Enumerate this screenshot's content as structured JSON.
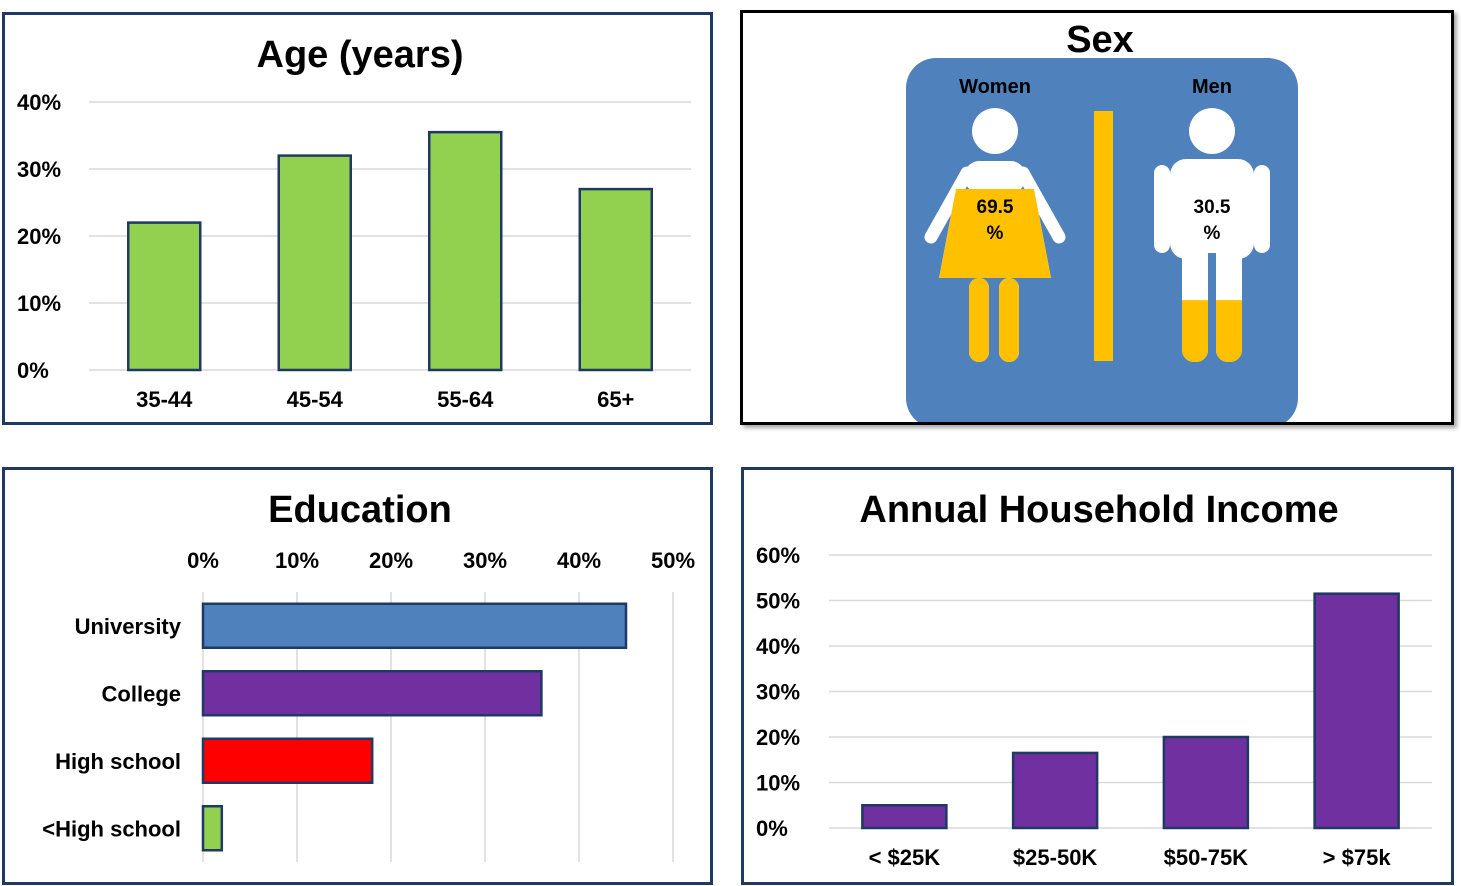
{
  "chart_data": [
    {
      "type": "bar",
      "title": "Age (years)",
      "categories": [
        "35-44",
        "45-54",
        "55-64",
        "65+"
      ],
      "values": [
        22,
        32,
        35.5,
        27
      ],
      "ylim": [
        0,
        40
      ],
      "yticks": [
        "0%",
        "10%",
        "20%",
        "30%",
        "40%"
      ],
      "grid": true,
      "color": "#92d050"
    },
    {
      "type": "pictogram",
      "title": "Sex",
      "categories": [
        "Women",
        "Men"
      ],
      "values": [
        69.5,
        30.5
      ],
      "value_labels": [
        "69.5\n%",
        "30.5\n%"
      ],
      "fill_color": "#ffc000",
      "background_color": "#4f81bd"
    },
    {
      "type": "bar",
      "orientation": "horizontal",
      "title": "Education",
      "categories": [
        "University",
        "College",
        "High school",
        "<High school"
      ],
      "values": [
        45,
        36,
        18,
        2
      ],
      "xlim": [
        0,
        50
      ],
      "xticks": [
        "0%",
        "10%",
        "20%",
        "30%",
        "40%",
        "50%"
      ],
      "grid": true,
      "colors": [
        "#4f81bd",
        "#7030a0",
        "#ff0000",
        "#92d050"
      ]
    },
    {
      "type": "bar",
      "title": "Annual Household Income",
      "categories": [
        "< $25K",
        "$25-50K",
        "$50-75K",
        "> $75k"
      ],
      "values": [
        5,
        16.5,
        20,
        51.5
      ],
      "ylim": [
        0,
        60
      ],
      "yticks": [
        "0%",
        "10%",
        "20%",
        "30%",
        "40%",
        "50%",
        "60%"
      ],
      "grid": true,
      "color": "#7030a0"
    }
  ]
}
